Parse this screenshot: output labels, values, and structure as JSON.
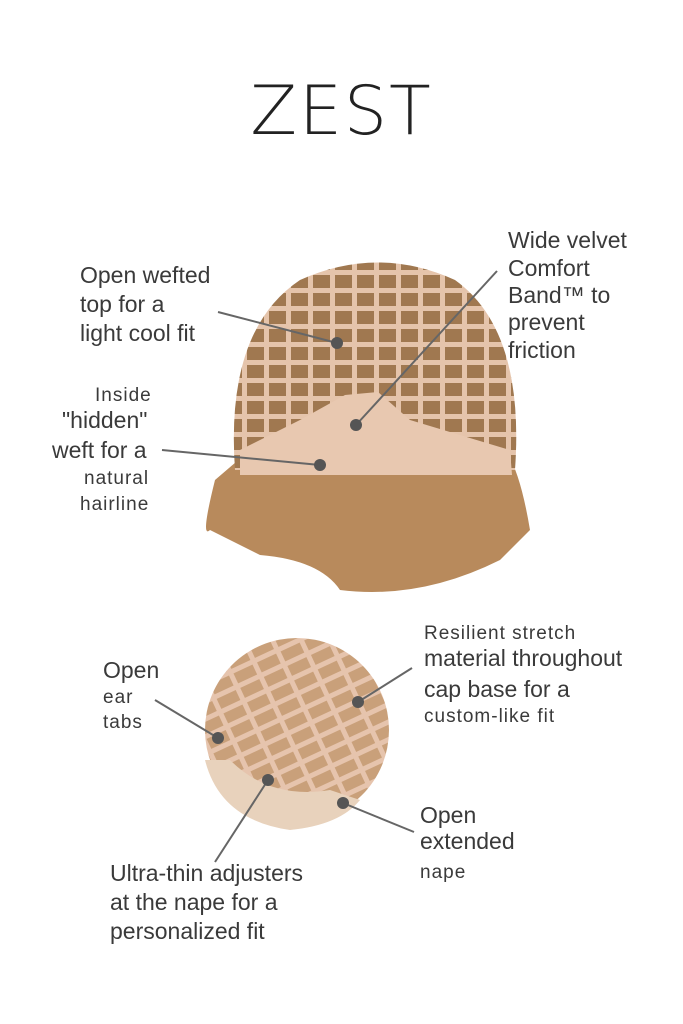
{
  "title": "ZEST",
  "callouts": {
    "open_wefted_top": [
      "Open wefted",
      "top for a",
      "light cool fit"
    ],
    "velvet_band": [
      "Wide velvet",
      "Comfort",
      "Band™ to",
      "prevent",
      "friction"
    ],
    "hidden_weft": [
      "Inside",
      "\"hidden\"",
      "weft for a",
      "natural",
      "hairline"
    ],
    "ear_tabs": [
      "Open",
      "ear",
      "tabs"
    ],
    "stretch_material": [
      "Resilient stretch",
      "material throughout",
      "cap base for a",
      "custom-like fit"
    ],
    "extended_nape": [
      "Open",
      "extended",
      "nape"
    ],
    "adjusters": [
      "Ultra-thin adjusters",
      "at the nape for a",
      "personalized fit"
    ]
  },
  "colors": {
    "hair": "#b88a5c",
    "cap": "#e8c8b0",
    "leader": "#666666"
  }
}
